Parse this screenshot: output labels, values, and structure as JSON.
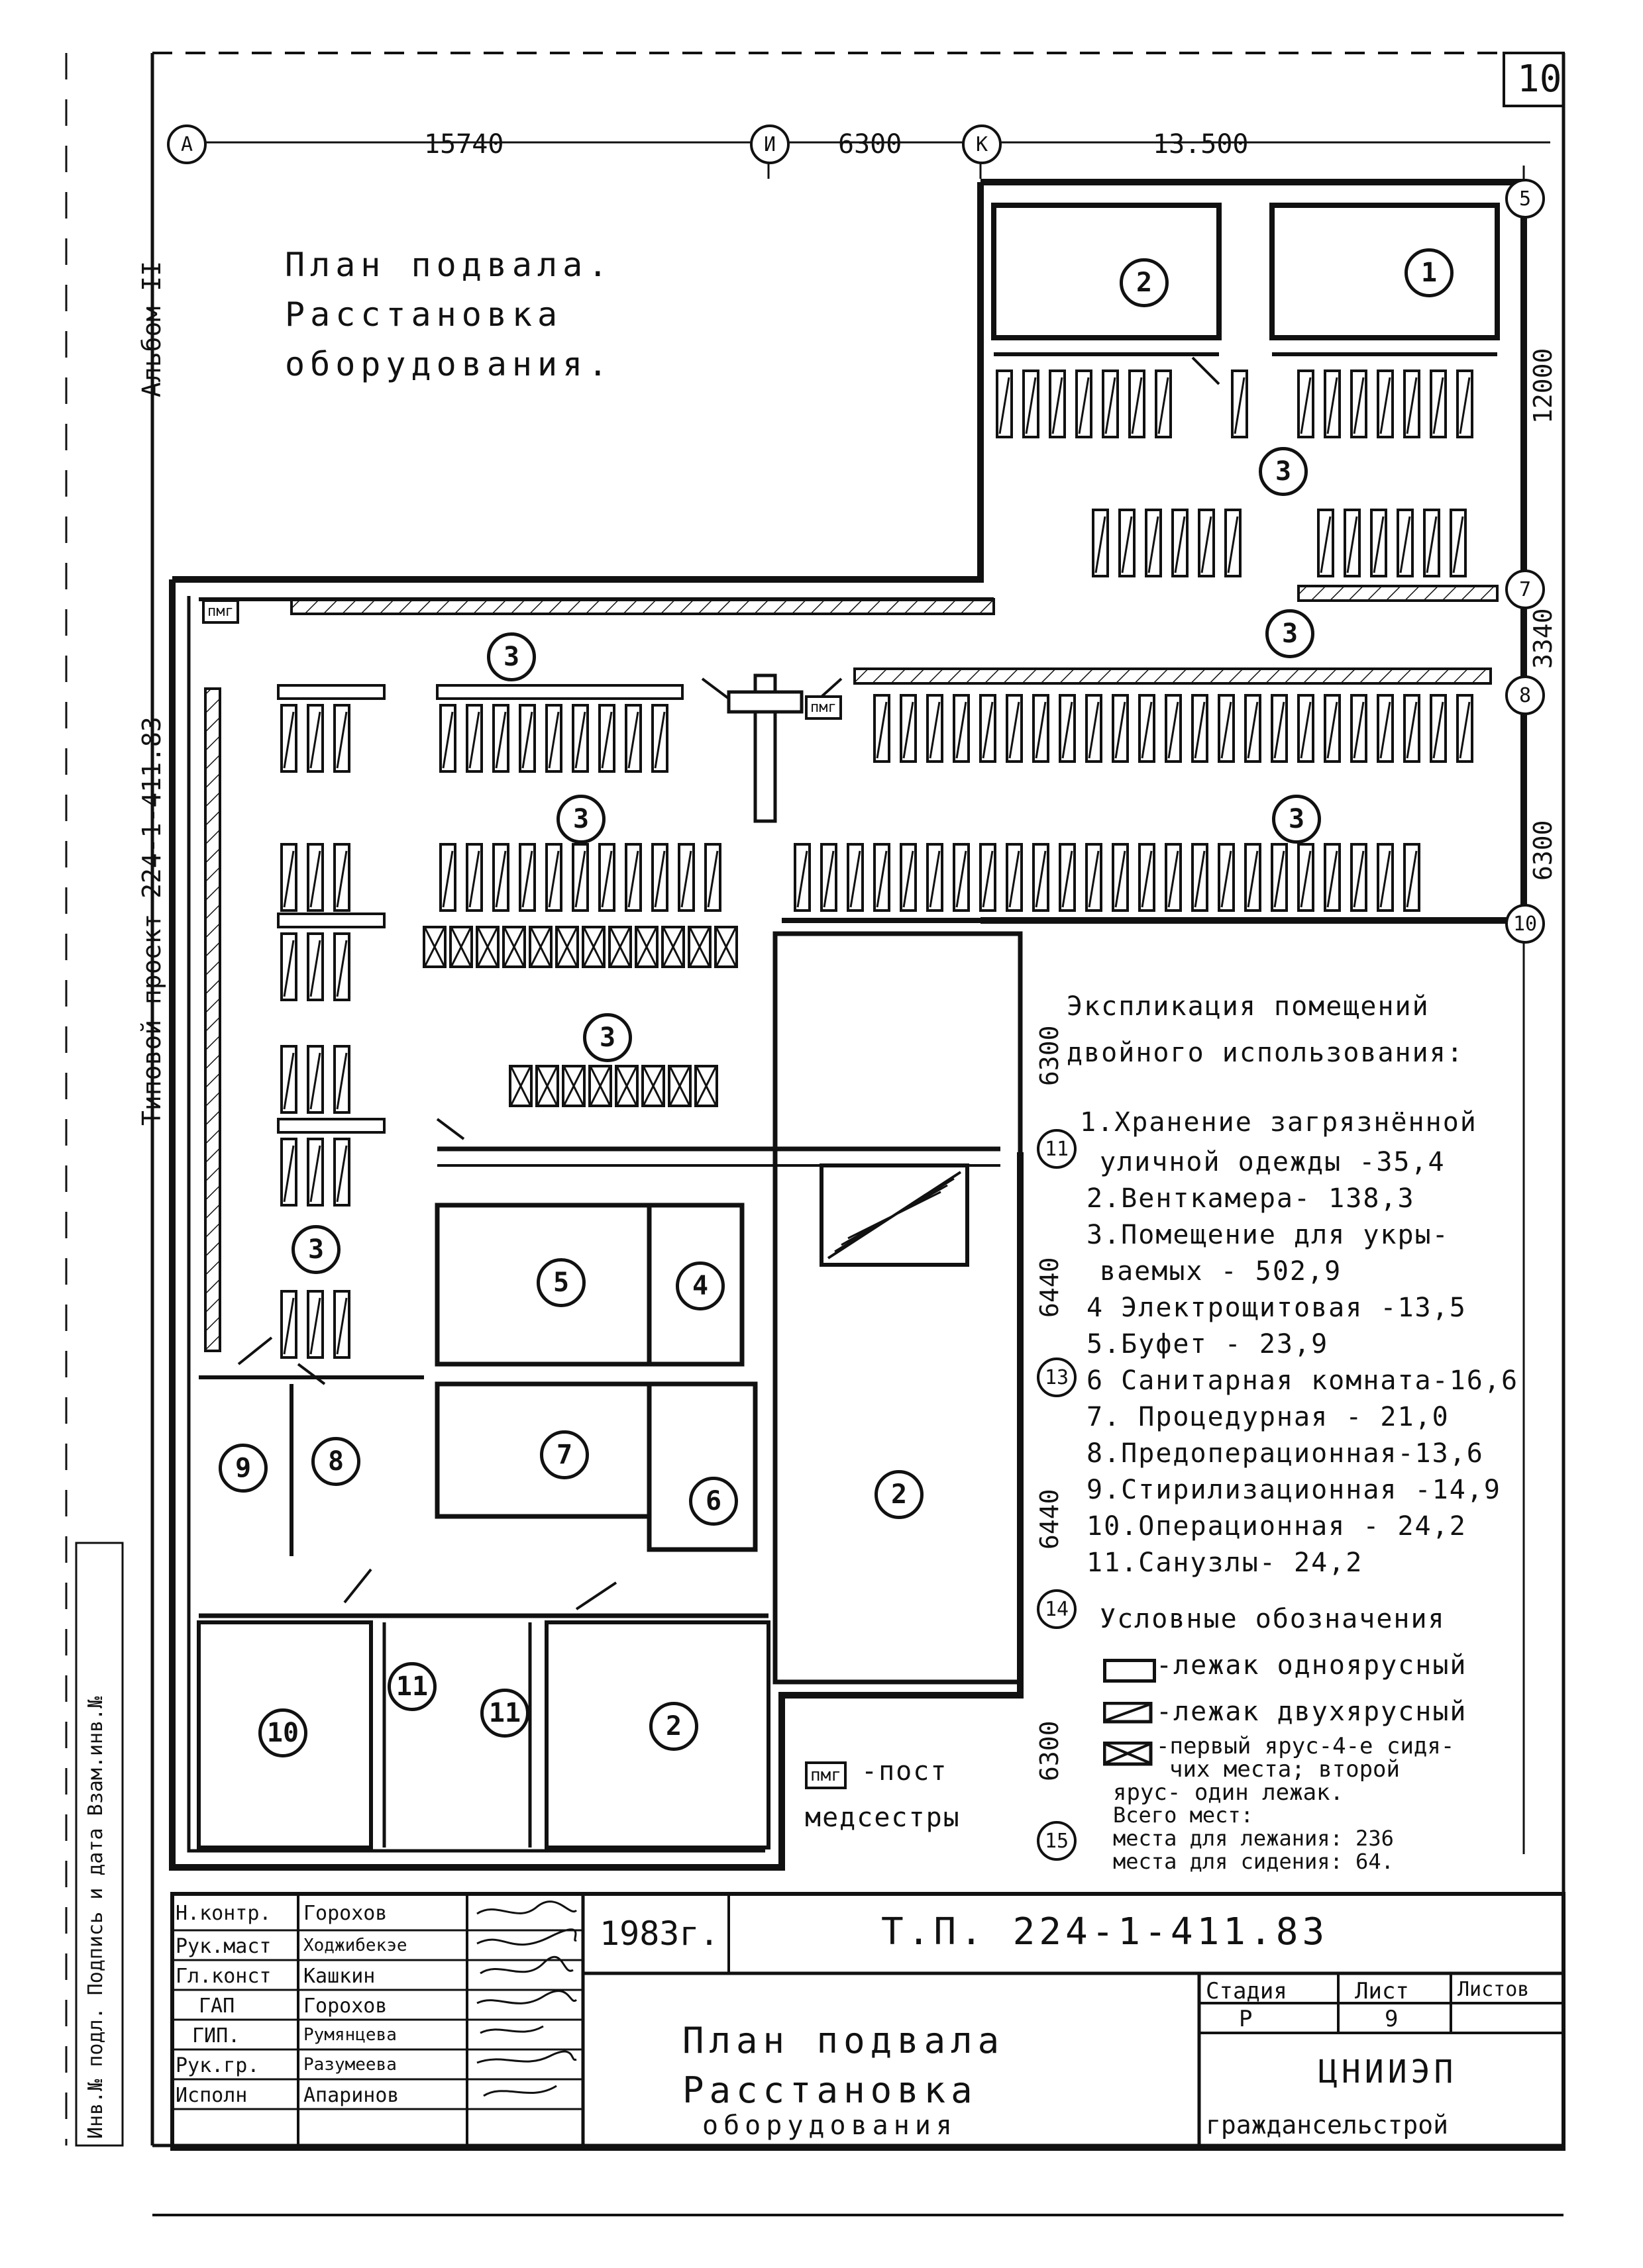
{
  "sheet_corner": "10",
  "side_stamps": {
    "album": "Альбом II",
    "tp_side": "Типовой проект 224-1-411.83",
    "lower_side": "Инв.№ подл. Подпись и дата Взам.инв.№"
  },
  "plan_title": [
    "План подвала.",
    "Расстановка",
    "оборудования."
  ],
  "dimensions": {
    "top": [
      "15740",
      "6300",
      "13.500"
    ],
    "right": [
      "12000",
      "3340",
      "6300",
      "6300",
      "6440",
      "6440",
      "6300"
    ]
  },
  "axes": {
    "top": [
      "А",
      "И",
      "К"
    ],
    "right": [
      "5",
      "7",
      "8",
      "10",
      "11",
      "13",
      "14",
      "15"
    ]
  },
  "rooms": [
    {
      "num": "1"
    },
    {
      "num": "2"
    },
    {
      "num": "3"
    },
    {
      "num": "3"
    },
    {
      "num": "3"
    },
    {
      "num": "3"
    },
    {
      "num": "3"
    },
    {
      "num": "3"
    },
    {
      "num": "3"
    },
    {
      "num": "2"
    },
    {
      "num": "4"
    },
    {
      "num": "5"
    },
    {
      "num": "6"
    },
    {
      "num": "7"
    },
    {
      "num": "8"
    },
    {
      "num": "9"
    },
    {
      "num": "10"
    },
    {
      "num": "11"
    },
    {
      "num": "11"
    },
    {
      "num": "2"
    }
  ],
  "pmg_label": "пмг",
  "explication": {
    "title": [
      "Экспликация помещений",
      "двойного использования:"
    ],
    "items": [
      "1.Хранение загрязнённой",
      "уличной одежды -35,4",
      "2.Венткамера- 138,3",
      "3.Помещение для укры-",
      "ваемых - 502,9",
      "4 Электрощитовая -13,5",
      "5.Буфет - 23,9",
      "6 Санитарная комната-16,6",
      "7. Процедурная - 21,0",
      "8.Предоперационная-13,6",
      "9.Стирилизационная -14,9",
      "10.Операционная - 24,2",
      "11.Санузлы- 24,2"
    ]
  },
  "legend": {
    "title": "Условные обозначения",
    "single": "-лежак одноярусный",
    "double": "-лежак двухярусный",
    "combo": [
      "-первый ярус-4-е сидя-",
      "чих места; второй",
      "ярус- один лежак."
    ],
    "totals": [
      "Всего мест:",
      "места для лежания: 236",
      "места для сидения: 64."
    ],
    "post": [
      "-пост",
      "медсестры"
    ]
  },
  "title_block": {
    "year": "1983г.",
    "code": "Т.П. 224-1-411.83",
    "roles": [
      "Н.контр.",
      "Рук.маст",
      "Гл.конст",
      "ГАП",
      "ГИП.",
      "Рук.гр.",
      "Исполн"
    ],
    "names": [
      "Горохов",
      "Ходжибекэе",
      "Кашкин",
      "Горохов",
      "Румянцева",
      "Разумеева",
      "Апаринов"
    ],
    "drawing_title": [
      "План подвала",
      "Расстановка",
      "оборудования"
    ],
    "stage_label": "Стадия",
    "sheet_label": "Лист",
    "sheets_label": "Листов",
    "stage": "Р",
    "sheet": "9",
    "org": [
      "ЦНИИЭП",
      "граждансельстрой"
    ]
  }
}
